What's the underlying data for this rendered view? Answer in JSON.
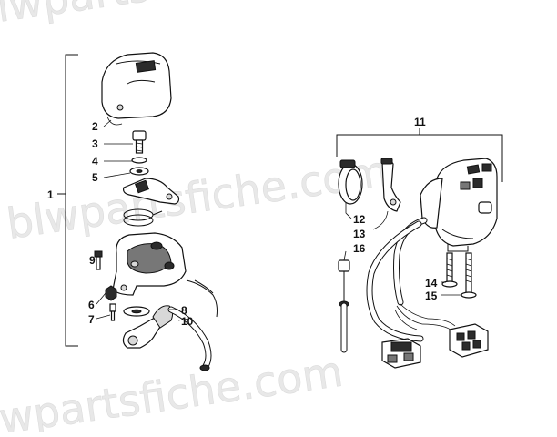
{
  "watermark": {
    "lines": [
      "blwpartsfiche.com",
      "blwpartsfiche.com",
      "blwpartsfiche.com"
    ]
  },
  "callouts": {
    "c1": "1",
    "c2": "2",
    "c3": "3",
    "c4": "4",
    "c5": "5",
    "c6": "6",
    "c7": "7",
    "c8": "8",
    "c9": "9",
    "c10": "10",
    "c11": "11",
    "c12": "12",
    "c13": "13",
    "c14": "14",
    "c15": "15",
    "c16": "16"
  },
  "colors": {
    "ink": "#111111",
    "watermark": "#e8e8e8",
    "background": "#ffffff"
  }
}
